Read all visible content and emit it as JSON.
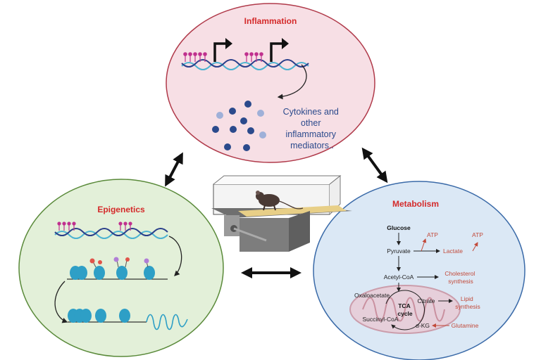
{
  "panels": {
    "inflammation": {
      "title": "Inflammation",
      "caption_lines": [
        "Cytokines and",
        "other",
        "inflammatory",
        "mediators.."
      ]
    },
    "epigenetics": {
      "title": "Epigenetics"
    },
    "metabolism": {
      "title": "Metabolism",
      "glucose": "Glucose",
      "pyruvate": "Pyruvate",
      "lactate": "Lactate",
      "atp_1": "ATP",
      "atp_2": "ATP",
      "acetyl_coa": "Acetyl-CoA",
      "cholesterol_lines": [
        "Cholesterol",
        "synthesis"
      ],
      "oxaloacetate": "Oxaloacetate",
      "citrate": "Citrate",
      "lipid_lines": [
        "Lipid",
        "synthesis"
      ],
      "tca_lines": [
        "TCA",
        "cycle"
      ],
      "succinyl_coa": "Succinyl-CoA",
      "akg": "α-KG",
      "glutamine": "Glutamine"
    }
  },
  "colors": {
    "inflammation_fill": "#f7dfe5",
    "epigenetics_fill": "#e3f0d9",
    "metabolism_fill": "#dbe8f5",
    "title_red": "#d42a2a",
    "caption_blue": "#2b4a8c",
    "pathway_red": "#c24a3a"
  },
  "icons": [
    "dna-strand-icon",
    "transcription-arrow-icon",
    "cytokine-dot-icon",
    "nucleosome-icon",
    "mouse-treadmill-icon",
    "mitochondrion-icon",
    "double-headed-arrow-icon"
  ]
}
